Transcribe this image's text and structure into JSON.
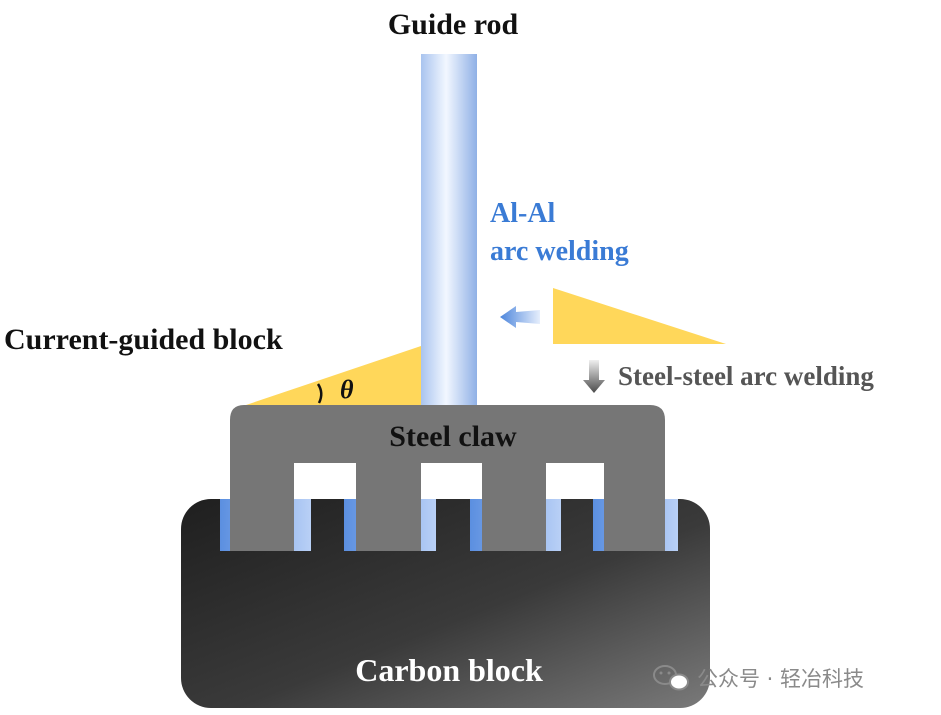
{
  "labels": {
    "guide_rod": "Guide rod",
    "al_al_line1": "Al-Al",
    "al_al_line2": "arc welding",
    "current_guided_block": "Current-guided block",
    "theta": "θ",
    "steel_steel": "Steel-steel arc welding",
    "steel_claw": "Steel claw",
    "carbon_block": "Carbon block"
  },
  "watermark": {
    "text": "公众号 · 轻冶科技"
  },
  "colors": {
    "rod_light": "#eef4ff",
    "rod_dark": "#9db9ea",
    "weld_blue": "#8fb2ee",
    "block_yellow": "#ffd75a",
    "steel_gray": "#767676",
    "carbon_dark": "#2b2b2b",
    "carbon_mid": "#6a6a6a",
    "al_text_blue": "#3a7bd5",
    "gray_text": "#555555"
  }
}
